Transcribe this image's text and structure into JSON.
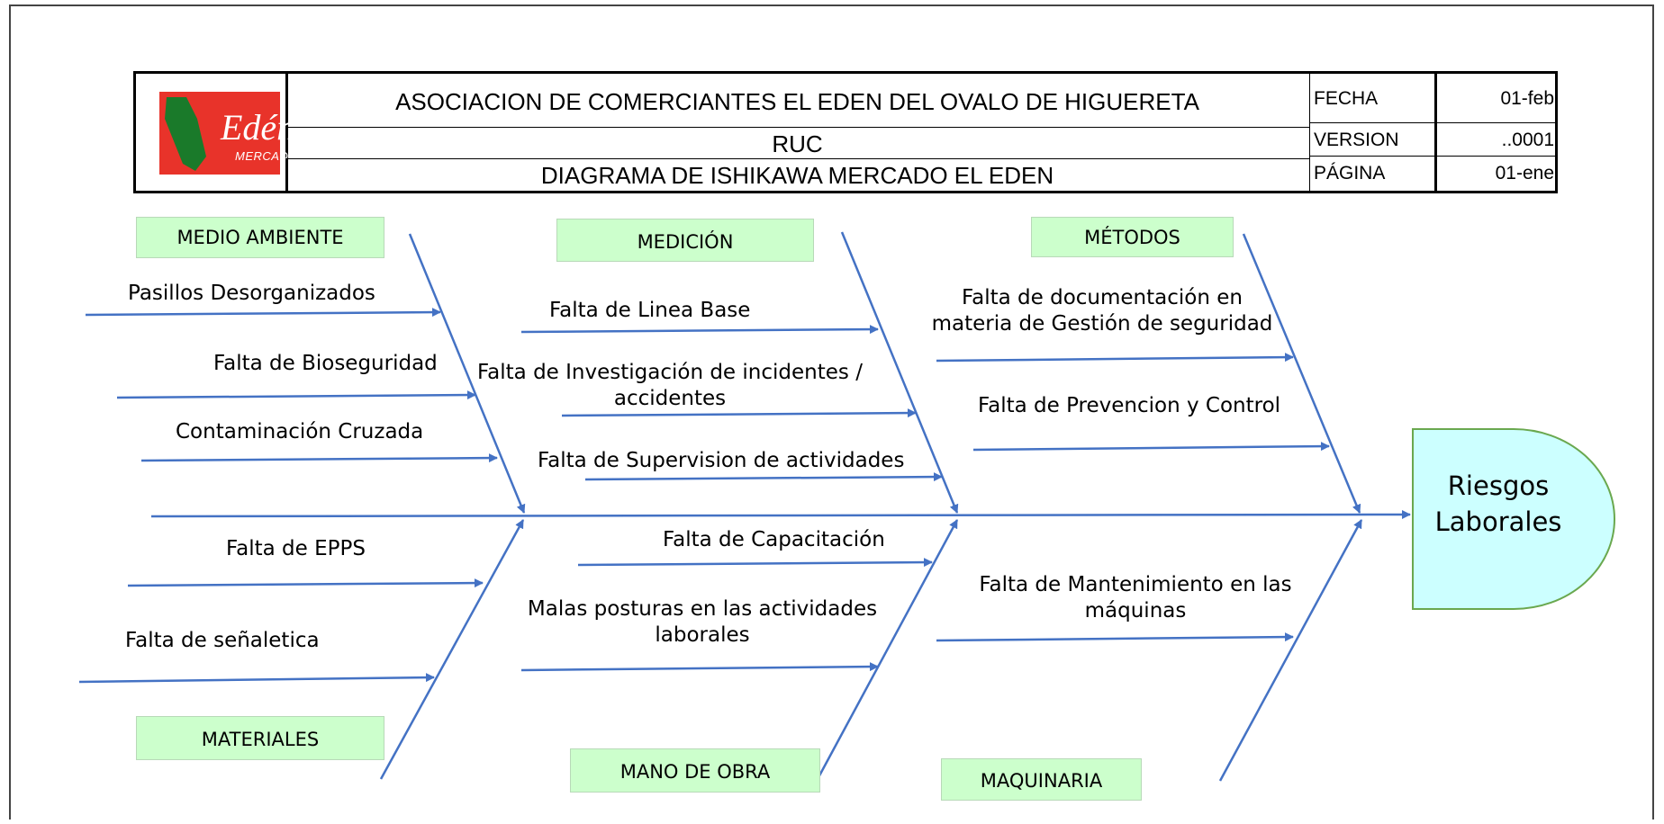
{
  "header": {
    "company": "ASOCIACION DE COMERCIANTES EL EDEN DEL OVALO DE HIGUERETA",
    "ruc_label": "RUC",
    "doc_title": "DIAGRAMA DE ISHIKAWA MERCADO EL EDEN",
    "logo": {
      "text": "Edén",
      "sub": "MERCADO",
      "color": "#e8332a",
      "accent": "#1a7a2a"
    },
    "meta": [
      {
        "key": "FECHA",
        "value": "01-feb"
      },
      {
        "key": "VERSION",
        "value": "..0001"
      },
      {
        "key": "PÁGINA",
        "value": "01-ene"
      }
    ]
  },
  "categories": {
    "medio_ambiente": "MEDIO AMBIENTE",
    "medicion": "MEDICIÓN",
    "metodos": "MÉTODOS",
    "materiales": "MATERIALES",
    "mano_obra": "MANO DE OBRA",
    "maquinaria": "MAQUINARIA"
  },
  "causes": {
    "pasillos": "Pasillos Desorganizados",
    "bioseguridad": "Falta de Bioseguridad",
    "contaminacion": "Contaminación Cruzada",
    "epps": "Falta de EPPS",
    "senaletica": "Falta de señaletica",
    "linea_base": "Falta de Linea Base",
    "investigacion_1": "Falta de Investigación de incidentes /",
    "investigacion_2": "accidentes",
    "supervision": "Falta de Supervision de actividades",
    "capacitacion": "Falta de Capacitación",
    "posturas_1": "Malas posturas en las actividades",
    "posturas_2": "laborales",
    "documentacion_1": "Falta de documentación  en",
    "documentacion_2": "materia de Gestión de seguridad",
    "prevencion": "Falta de Prevencion  y Control",
    "mantenimiento_1": "Falta de Mantenimiento  en las",
    "mantenimiento_2": "máquinas"
  },
  "effect": {
    "line1": "Riesgos",
    "line2": "Laborales",
    "fill": "#ccffff",
    "stroke": "#6aa84f"
  },
  "colors": {
    "arrow": "#4472c4",
    "category_fill": "#ccffcc"
  }
}
